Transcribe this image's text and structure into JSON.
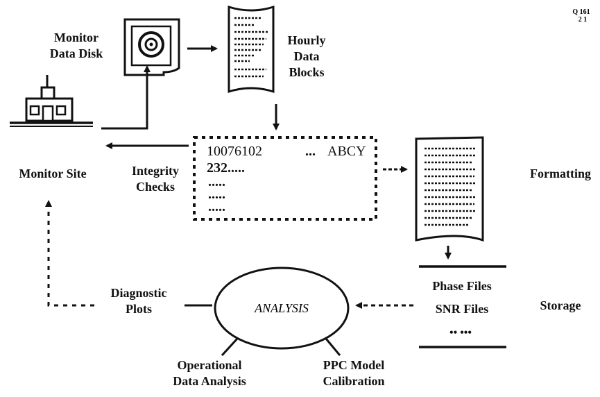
{
  "doc_number": [
    "Q 161",
    "2 1"
  ],
  "monitor_data_disk": {
    "label_line1": "Monitor",
    "label_line2": "Data Disk"
  },
  "hourly_data_blocks": {
    "label_line1": "Hourly",
    "label_line2": "Data",
    "label_line3": "Blocks"
  },
  "monitor_site": {
    "label": "Monitor Site"
  },
  "integrity_checks": {
    "label_line1": "Integrity",
    "label_line2": "Checks"
  },
  "data_block": {
    "row1_left": "10076102",
    "row1_dots": "...",
    "row1_right": "ABCY",
    "row2": "232.....",
    "row3": ".....",
    "row4": ".....",
    "row5": "....."
  },
  "formatting": {
    "label": "Formatting"
  },
  "storage": {
    "label": "Storage",
    "line1": "Phase Files",
    "line2": "SNR Files",
    "line3": "••   •••"
  },
  "analysis": {
    "label": "ANALYSIS"
  },
  "diagnostic_plots": {
    "label_line1": "Diagnostic",
    "label_line2": "Plots"
  },
  "operational_data_analysis": {
    "label_line1": "Operational",
    "label_line2": "Data Analysis"
  },
  "ppc_model_calibration": {
    "label_line1": "PPC Model",
    "label_line2": "Calibration"
  }
}
